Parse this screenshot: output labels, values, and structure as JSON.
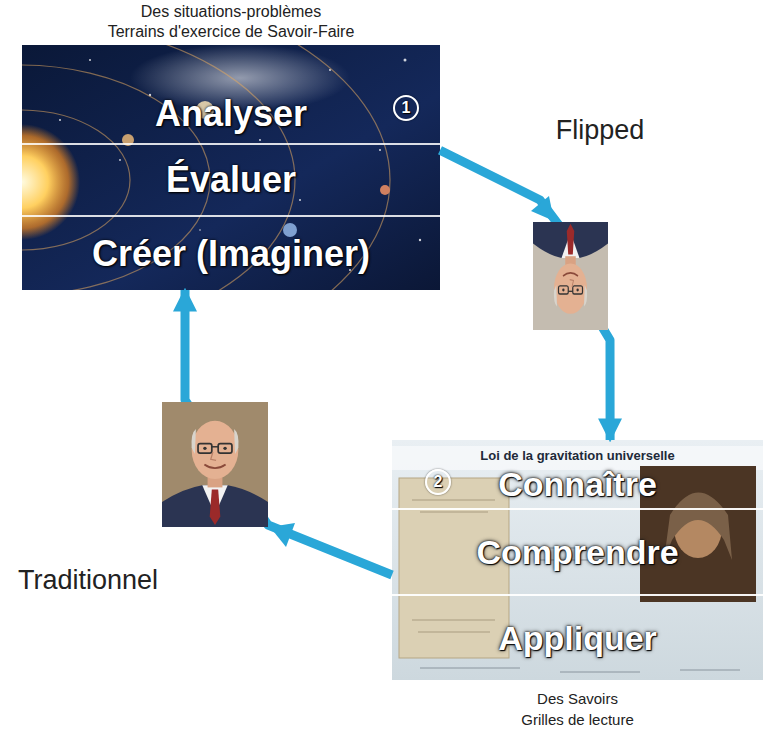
{
  "diagram": {
    "nodes": [
      {
        "text": [
          "Des situations-problèmes",
          "Terrains d'exercice de Savoir-Faire"
        ]
      },
      {
        "text": [
          "Analyser"
        ],
        "in": 0
      },
      {
        "text": [
          "Évaluer"
        ],
        "in": 0
      },
      {
        "text": [
          "Créer (Imaginer)"
        ],
        "in": 0
      },
      {
        "text": [
          "Loi de la gravitation universelle",
          "Des Savoirs",
          "Grilles de lecture"
        ]
      },
      {
        "text": [
          "Connaître"
        ],
        "in": 4
      },
      {
        "text": [
          "Comprendre"
        ],
        "in": 4
      },
      {
        "text": [
          "Appliquer"
        ],
        "in": 4
      }
    ],
    "edges": [
      {
        "from": 0,
        "to": 4,
        "arrow": "to"
      },
      {
        "from": 4,
        "to": 0,
        "arrow": "to"
      }
    ],
    "labels": [
      "1",
      "2",
      "Flipped",
      "Traditionnel"
    ]
  }
}
